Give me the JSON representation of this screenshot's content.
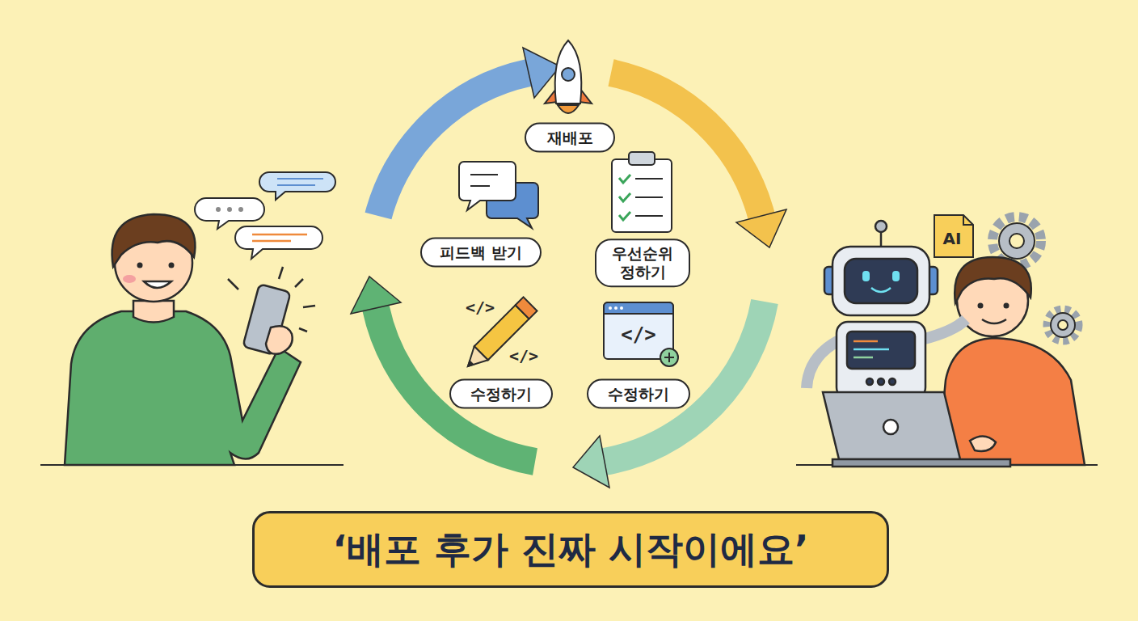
{
  "diagram": {
    "title": "‘배포 후가 진짜 시작이에요’",
    "nodes": [
      {
        "text": [
          "재배포"
        ]
      },
      {
        "text": [
          "피드백 받기"
        ]
      },
      {
        "text": [
          "우선순위 정하기"
        ]
      },
      {
        "text": [
          "수정하기"
        ]
      },
      {
        "text": [
          "수정하기"
        ]
      }
    ],
    "labels": [
      "</>",
      "</>",
      "</>",
      "AI"
    ]
  }
}
